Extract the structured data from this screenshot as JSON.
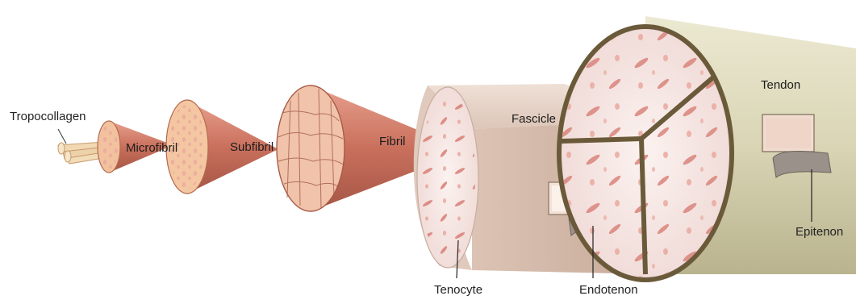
{
  "labels": {
    "tropocollagen": "Tropocollagen",
    "microfibril": "Microfibril",
    "subfibril": "Subfibril",
    "fibril": "Fibril",
    "fascicle": "Fascicle",
    "tendon": "Tendon",
    "tenocyte": "Tenocyte",
    "endotenon": "Endotenon",
    "epitenon": "Epitenon"
  },
  "colors": {
    "collagen_pink": "#d98a78",
    "collagen_dark": "#b9604f",
    "fascicle_tan": "#d9c1b3",
    "tendon_sheath": "#e4e0c4",
    "sheath_dark": "#6b5a3a",
    "tissue_face": "#f3e4e2",
    "cell_red": "#d9847c"
  }
}
